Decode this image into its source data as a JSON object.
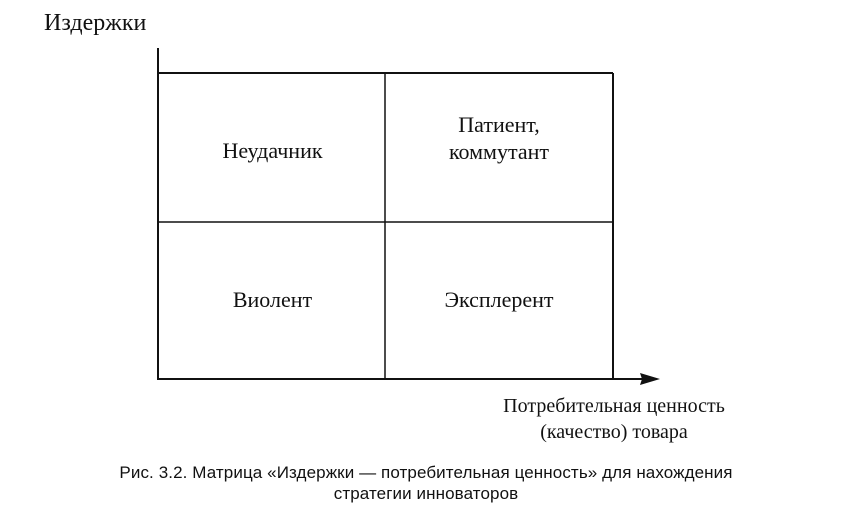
{
  "y_axis_label": "Издержки",
  "x_axis_label": {
    "line1": "Потребительная ценность",
    "line2": "(качество) товара"
  },
  "quadrants": {
    "top_left": "Неудачник",
    "top_right_line1": "Патиент,",
    "top_right_line2": "коммутант",
    "bottom_left": "Виолент",
    "bottom_right": "Эксплерент"
  },
  "caption": {
    "line1": "Рис. 3.2. Матрица «Издержки — потребительная ценность» для нахождения",
    "line2": "стратегии инноваторов"
  },
  "colors": {
    "ink": "#111111",
    "background": "#ffffff"
  }
}
